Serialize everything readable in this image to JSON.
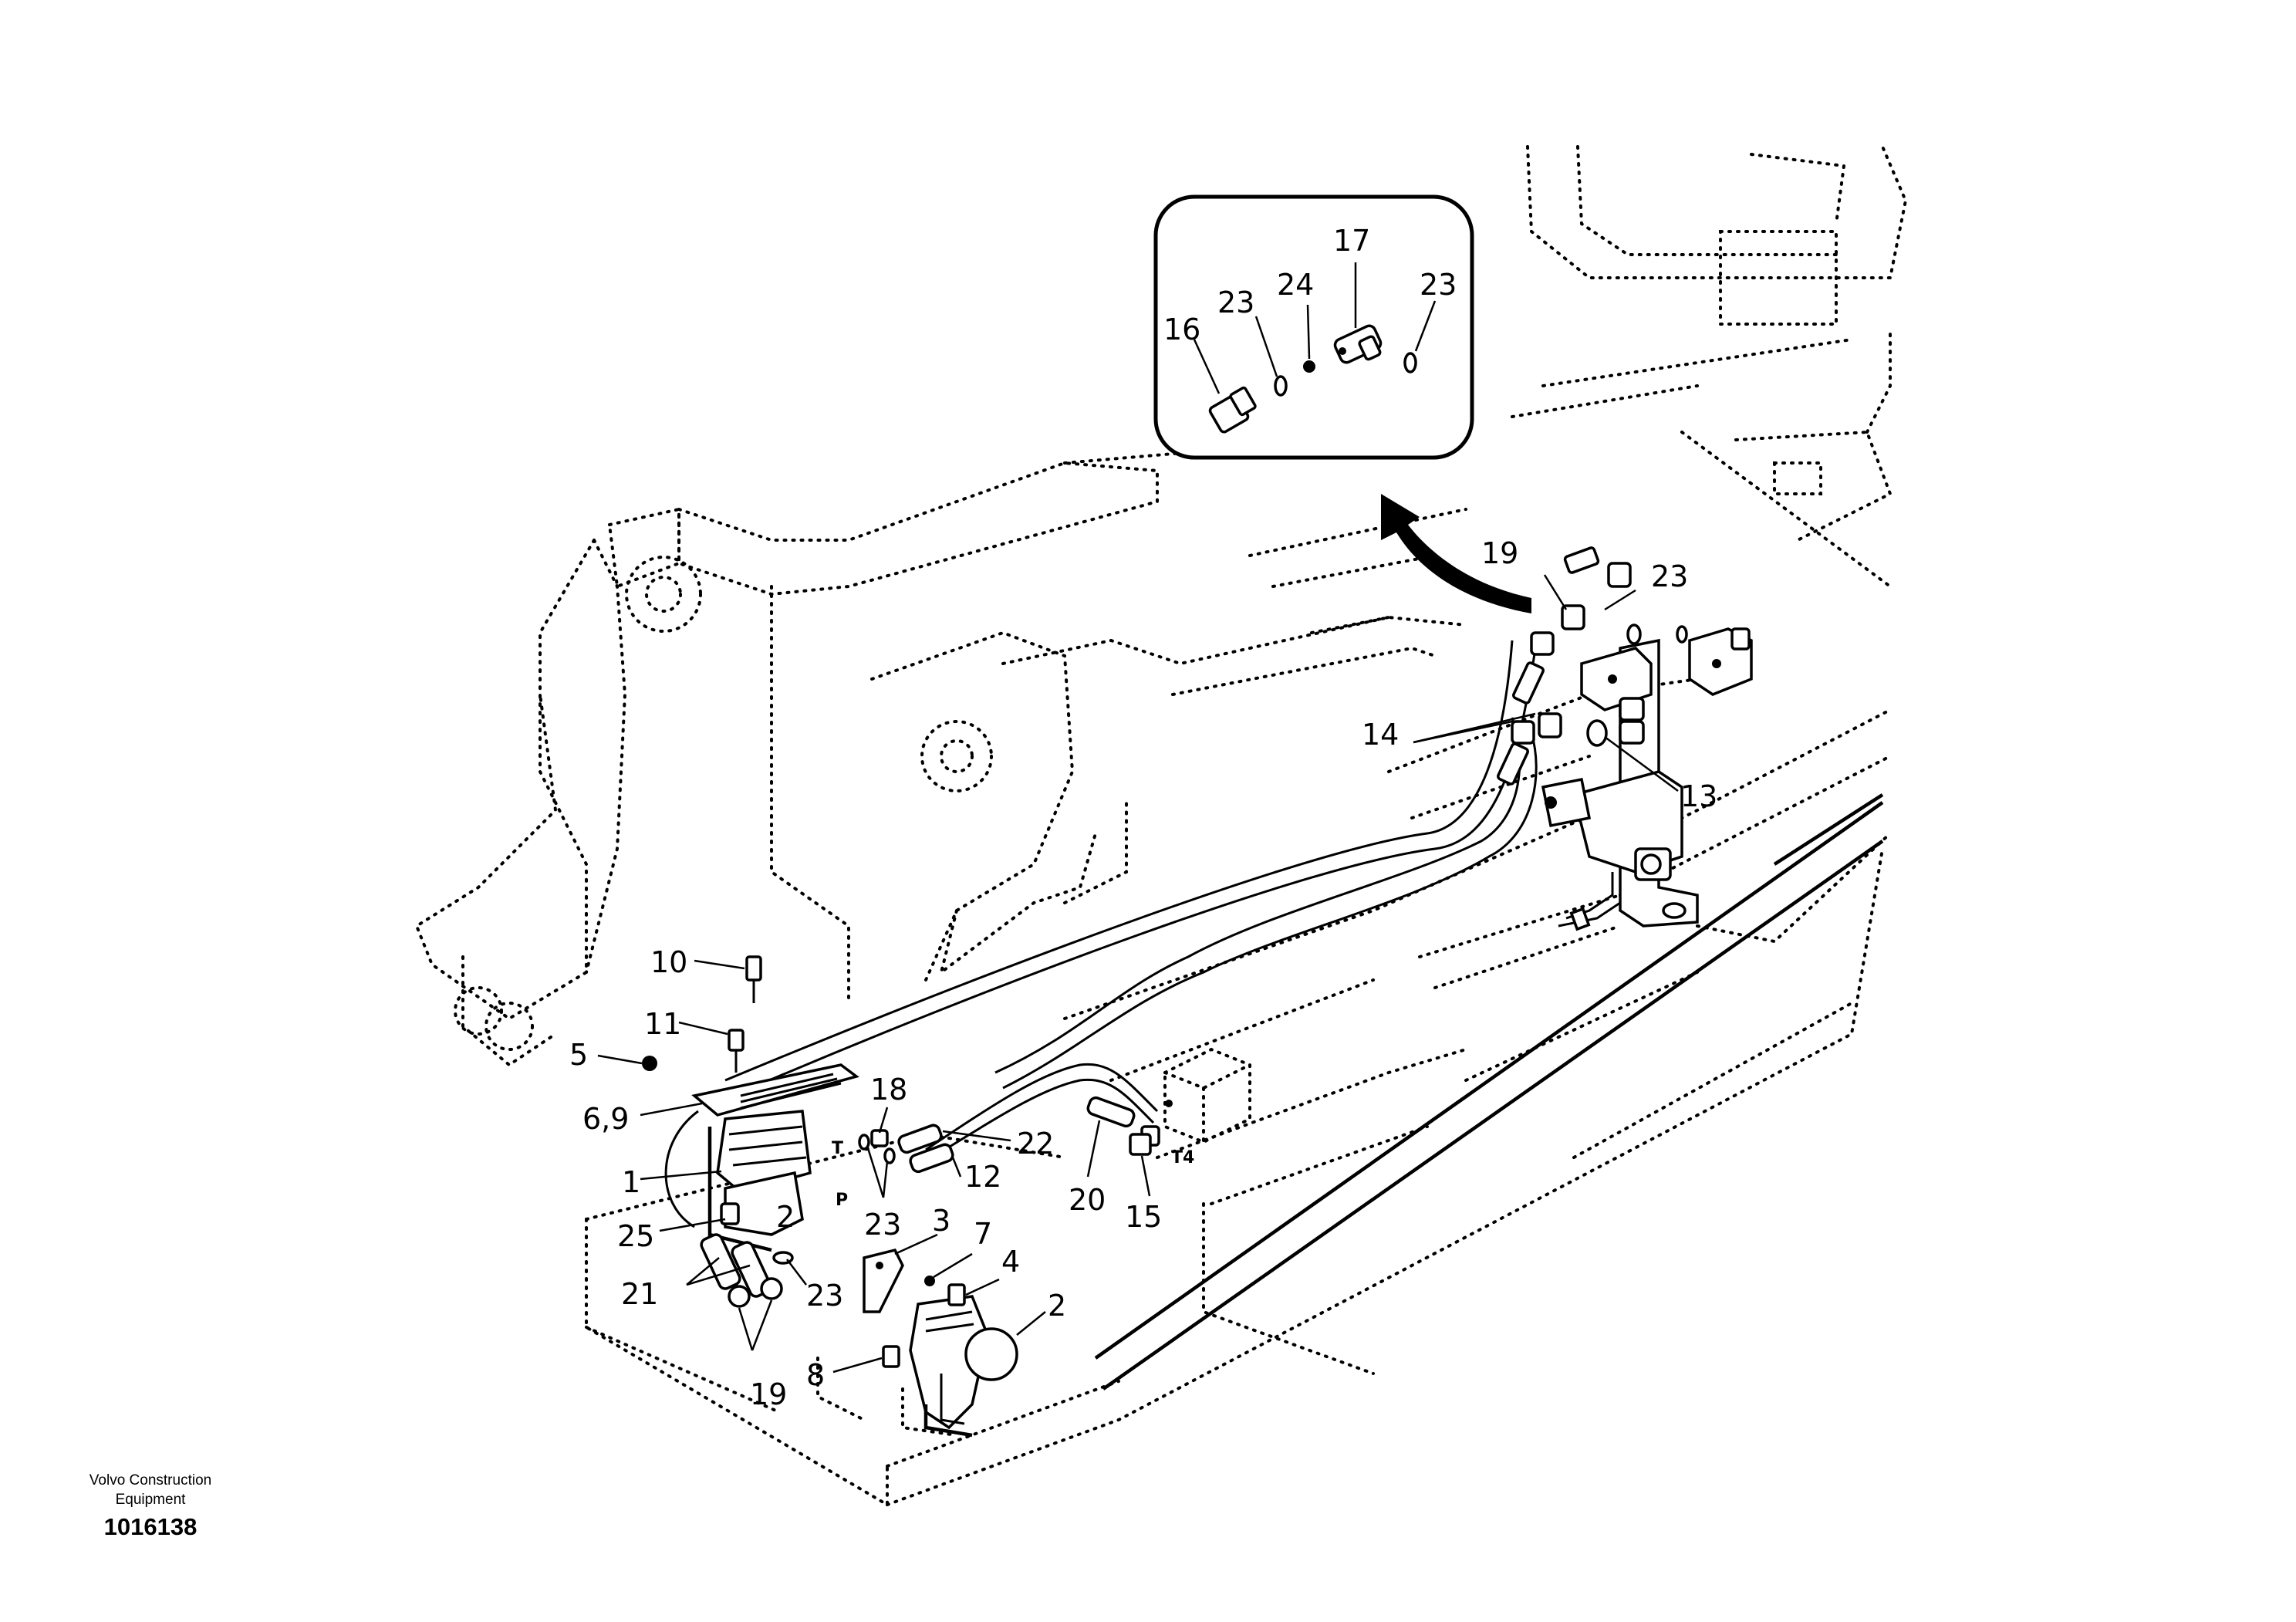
{
  "callouts": {
    "c1": "1",
    "c2a": "2",
    "c2b": "2",
    "c3": "3",
    "c4": "4",
    "c5": "5",
    "c69": "6,9",
    "c7": "7",
    "c8": "8",
    "c10": "10",
    "c11": "11",
    "c12": "12",
    "c13": "13",
    "c14": "14",
    "c15": "15",
    "c16": "16",
    "c17": "17",
    "c18": "18",
    "c19a": "19",
    "c19b": "19",
    "c20": "20",
    "c21": "21",
    "c22": "22",
    "c23a": "23",
    "c23b": "23",
    "c23c": "23",
    "c23d": "23",
    "c23e": "23",
    "c24": "24",
    "c25": "25"
  },
  "ports": {
    "T": "T",
    "P": "P",
    "T4": "T4"
  },
  "footer": {
    "brand_line1": "Volvo Construction",
    "brand_line2": "Equipment",
    "drawing_number": "1016138"
  }
}
